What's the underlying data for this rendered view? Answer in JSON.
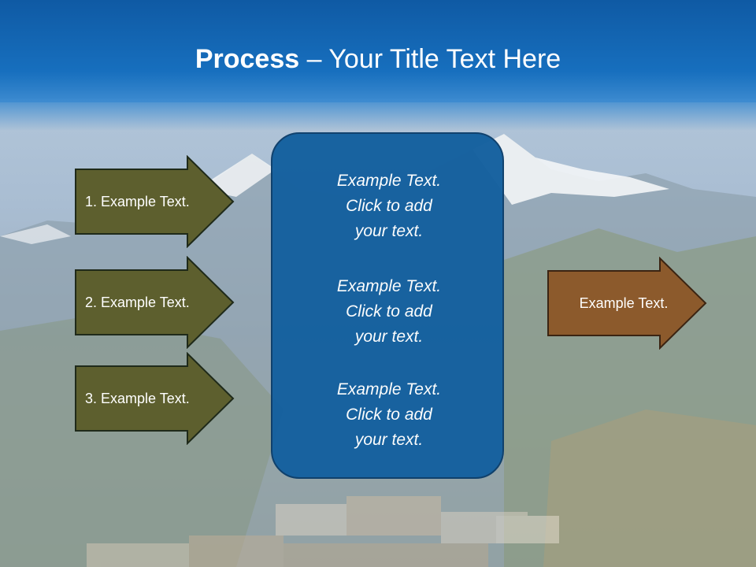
{
  "slide": {
    "title_bold": "Process",
    "title_rest": " – Your Title Text Here",
    "left_items": [
      {
        "label": "1. Example Text."
      },
      {
        "label": "2. Example Text."
      },
      {
        "label": "3. Example Text."
      }
    ],
    "center_items": [
      {
        "line1": "Example Text.",
        "line2": "Click  to add",
        "line3": "your text."
      },
      {
        "line1": "Example Text.",
        "line2": "Click  to add",
        "line3": "your text."
      },
      {
        "line1": "Example Text.",
        "line2": "Click  to add",
        "line3": "your text."
      }
    ],
    "right_item": {
      "label": "Example Text."
    }
  },
  "colors": {
    "title_band": "#176fbe",
    "left_arrow_fill": "#5d5f2e",
    "right_arrow_fill": "#8c5a2c",
    "center_box_fill": "#14609f"
  }
}
